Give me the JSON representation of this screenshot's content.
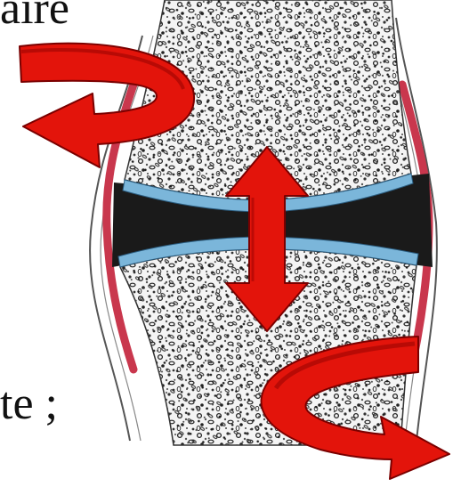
{
  "text_fragments": {
    "top": "aire",
    "bottom": "te ;"
  },
  "colors": {
    "arrow_fill": "#e3140b",
    "arrow_shade": "#8e0000",
    "cartilage": "#7bb6da",
    "joint_space": "#1a1a1a",
    "synovial_membrane": "#c9374d",
    "bone_texture": "#dcdcdc",
    "outline": "#444444"
  },
  "arrows": {
    "top_left": "curved-rotation-arrow",
    "center": "double-headed-vertical-arrow",
    "bottom_right": "curved-rotation-arrow"
  }
}
